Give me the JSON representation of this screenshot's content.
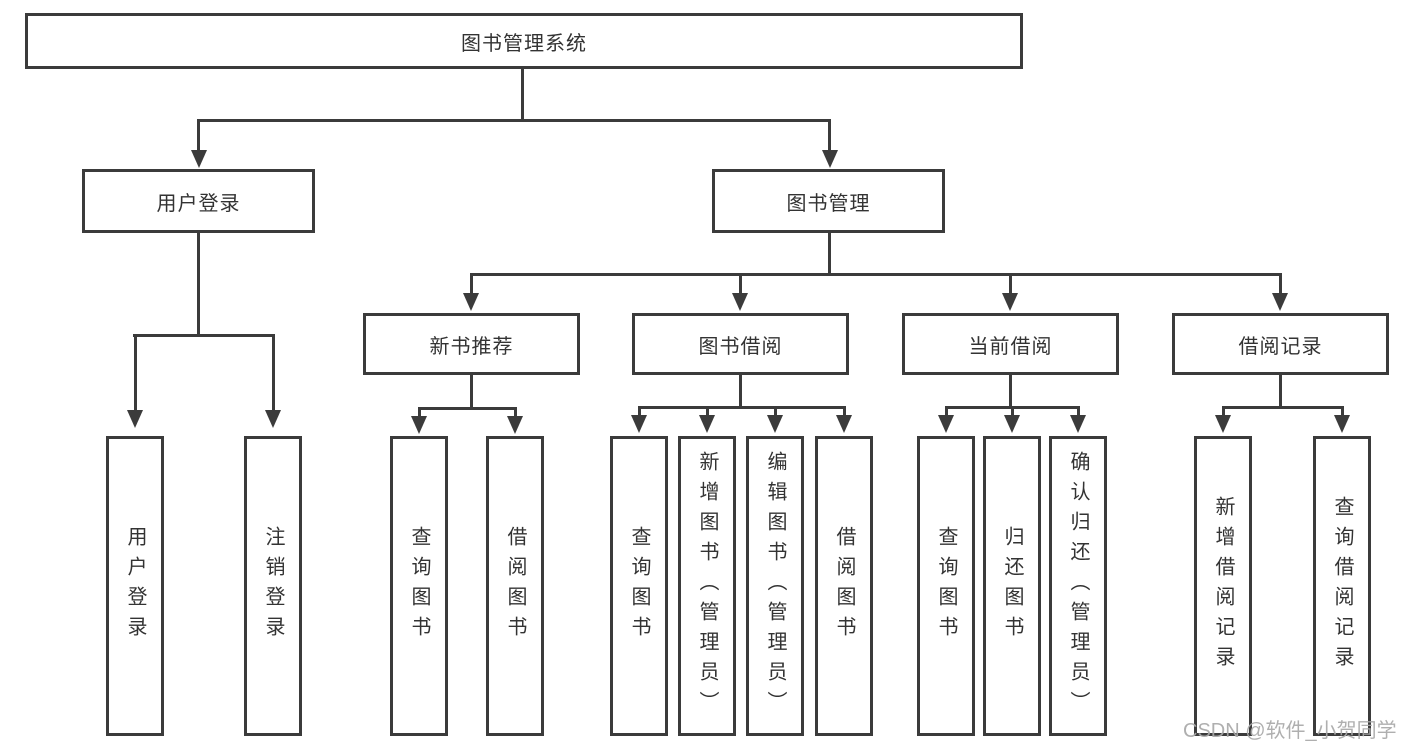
{
  "title": {
    "label": "图书管理系统"
  },
  "level1": [
    {
      "label": "用户登录"
    },
    {
      "label": "图书管理"
    }
  ],
  "level2": [
    {
      "label": "新书推荐"
    },
    {
      "label": "图书借阅"
    },
    {
      "label": "当前借阅"
    },
    {
      "label": "借阅记录"
    }
  ],
  "leaves": {
    "user": [
      "用户登录",
      "注销登录"
    ],
    "recommend": [
      "查询图书",
      "借阅图书"
    ],
    "borrow": [
      "查询图书",
      "新增图书（管理员）",
      "编辑图书（管理员）",
      "借阅图书"
    ],
    "current": [
      "查询图书",
      "归还图书",
      "确认归还（管理员）"
    ],
    "records": [
      "新增借阅记录",
      "查询借阅记录"
    ]
  },
  "watermark": "CSDN @软件_小贺同学",
  "colors": {
    "line": "#3b3b3b",
    "text": "#333333",
    "background": "#ffffff",
    "watermark": "#a9a9a9"
  }
}
